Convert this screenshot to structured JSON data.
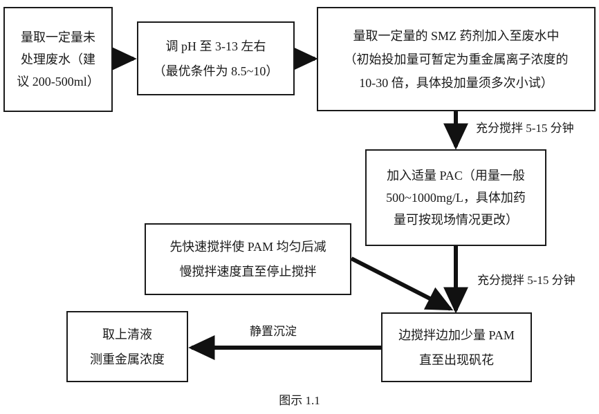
{
  "diagram": {
    "caption": "图示 1.1",
    "accent_color": "#1a1a1a",
    "background_color": "#ffffff",
    "nodes": [
      {
        "id": "sample-wastewater",
        "lines": [
          "量取一定量未",
          "处理废水（建",
          "议 200-500ml）"
        ]
      },
      {
        "id": "adjust-ph",
        "lines": [
          "调 pH 至 3-13 左右",
          "（最优条件为 8.5~10）"
        ]
      },
      {
        "id": "add-smz",
        "lines": [
          "量取一定量的 SMZ 药剂加入至废水中",
          "（初始投加量可暂定为重金属离子浓度的",
          "10-30 倍，具体投加量须多次小试）"
        ]
      },
      {
        "id": "add-pac",
        "lines": [
          "加入适量 PAC（用量一般",
          "500~1000mg/L，具体加药",
          "量可按现场情况更改）"
        ]
      },
      {
        "id": "pam-stir-note",
        "lines": [
          "先快速搅拌使 PAM 均匀后减",
          "慢搅拌速度直至停止搅拌"
        ]
      },
      {
        "id": "add-pam",
        "lines": [
          "边搅拌边加少量 PAM",
          "直至出现矾花"
        ]
      },
      {
        "id": "measure-supernatant",
        "lines": [
          "取上清液",
          "测重金属浓度"
        ]
      }
    ],
    "edge_labels": [
      {
        "id": "stir-label-1",
        "text": "充分搅拌 5-15 分钟"
      },
      {
        "id": "stir-label-2",
        "text": "充分搅拌 5-15 分钟"
      },
      {
        "id": "settle-label",
        "text": "静置沉淀"
      }
    ]
  }
}
